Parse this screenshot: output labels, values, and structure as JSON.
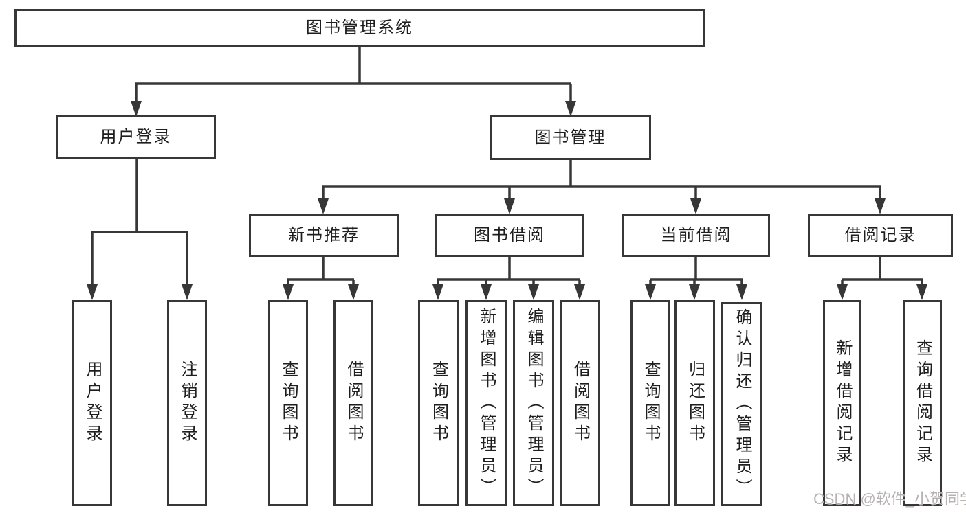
{
  "tree": {
    "root": "图书管理系统",
    "branches": [
      {
        "label": "用户登录",
        "children": [
          "用户登录",
          "注销登录"
        ]
      },
      {
        "label": "图书管理",
        "sections": [
          {
            "label": "新书推荐",
            "children": [
              "查询图书",
              "借阅图书"
            ]
          },
          {
            "label": "图书借阅",
            "children": [
              "查询图书",
              "新增图书（管理员）",
              "编辑图书（管理员）",
              "借阅图书"
            ]
          },
          {
            "label": "当前借阅",
            "children": [
              "查询图书",
              "归还图书",
              "确认归还（管理员）"
            ]
          },
          {
            "label": "借阅记录",
            "children": [
              "新增借阅记录",
              "查询借阅记录"
            ]
          }
        ]
      }
    ]
  },
  "watermark": {
    "text": "CSDN @软件_小贺同学",
    "color": "#b7b2b2"
  },
  "colors": {
    "line": "#373737",
    "box_border": "#373737",
    "text": "#1e1e1e",
    "background": "#ffffff"
  }
}
